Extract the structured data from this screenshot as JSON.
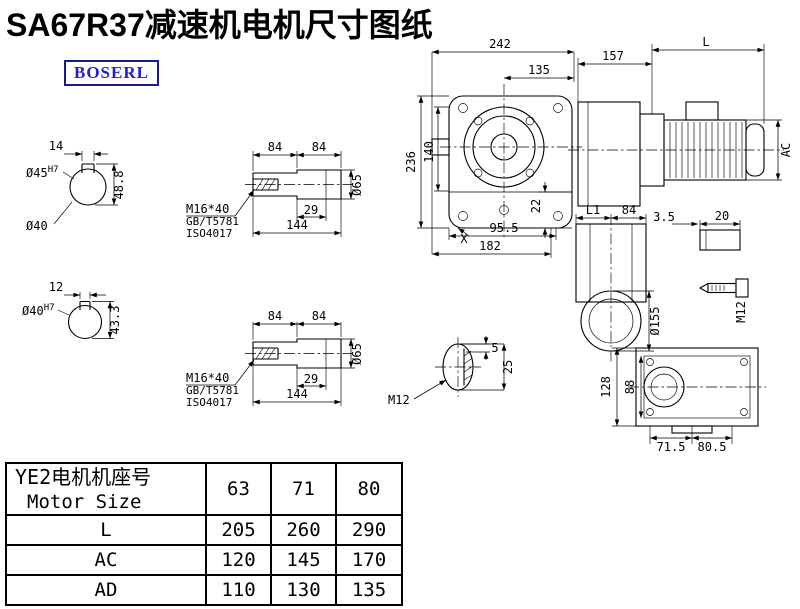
{
  "title": "SA67R37减速机电机尺寸图纸",
  "logo": {
    "text": "BOSERL"
  },
  "colors": {
    "logo_blue": "#2222cc",
    "logo_border": "#1a1a8c",
    "line": "#000000"
  },
  "views": {
    "hub_top": {
      "key_width": "14",
      "bore": "Ø45",
      "bore_tol": "H7",
      "height": "48.8",
      "outer_dia": "Ø40"
    },
    "hub_bottom": {
      "key_width": "12",
      "bore": "Ø40",
      "bore_tol": "H7",
      "height": "43.3"
    },
    "shaft_top": {
      "len_a": "84",
      "len_b": "84",
      "thread": "M16*40",
      "thread_std": "GB/T5781",
      "thread_iso": "ISO4017",
      "len_c": "29",
      "len_total": "144",
      "dia": "Ø65"
    },
    "shaft_bottom": {
      "len_a": "84",
      "len_b": "84",
      "thread": "M16*40",
      "thread_std": "GB/T5781",
      "thread_iso": "ISO4017",
      "len_c": "29",
      "len_total": "144",
      "dia": "Ø65"
    },
    "front": {
      "width": "242",
      "width_half": "135",
      "height": "236",
      "center_h": "140",
      "foot": "22",
      "base_a": "95.5",
      "base_b": "182",
      "mark": "X"
    },
    "side": {
      "gear_len": "157",
      "motor_len": "L",
      "motor_dia": "AC"
    },
    "output": {
      "l1": "L1",
      "len": "84",
      "plate": "3.5",
      "plate_w": "20",
      "flange_dia": "Ø155",
      "bolt": "M12"
    },
    "bottom": {
      "height": "128",
      "inner_h": "88",
      "base_a": "71.5",
      "base_b": "80.5"
    },
    "shaft_end": {
      "key_a": "5",
      "key_b": "25",
      "bolt": "M12"
    }
  },
  "table": {
    "header_cn": "YE2电机机座号",
    "header_en": "Motor Size",
    "sizes": [
      "63",
      "71",
      "80"
    ],
    "rows": [
      {
        "label": "L",
        "values": [
          "205",
          "260",
          "290"
        ]
      },
      {
        "label": "AC",
        "values": [
          "120",
          "145",
          "170"
        ]
      },
      {
        "label": "AD",
        "values": [
          "110",
          "130",
          "135"
        ]
      }
    ]
  }
}
